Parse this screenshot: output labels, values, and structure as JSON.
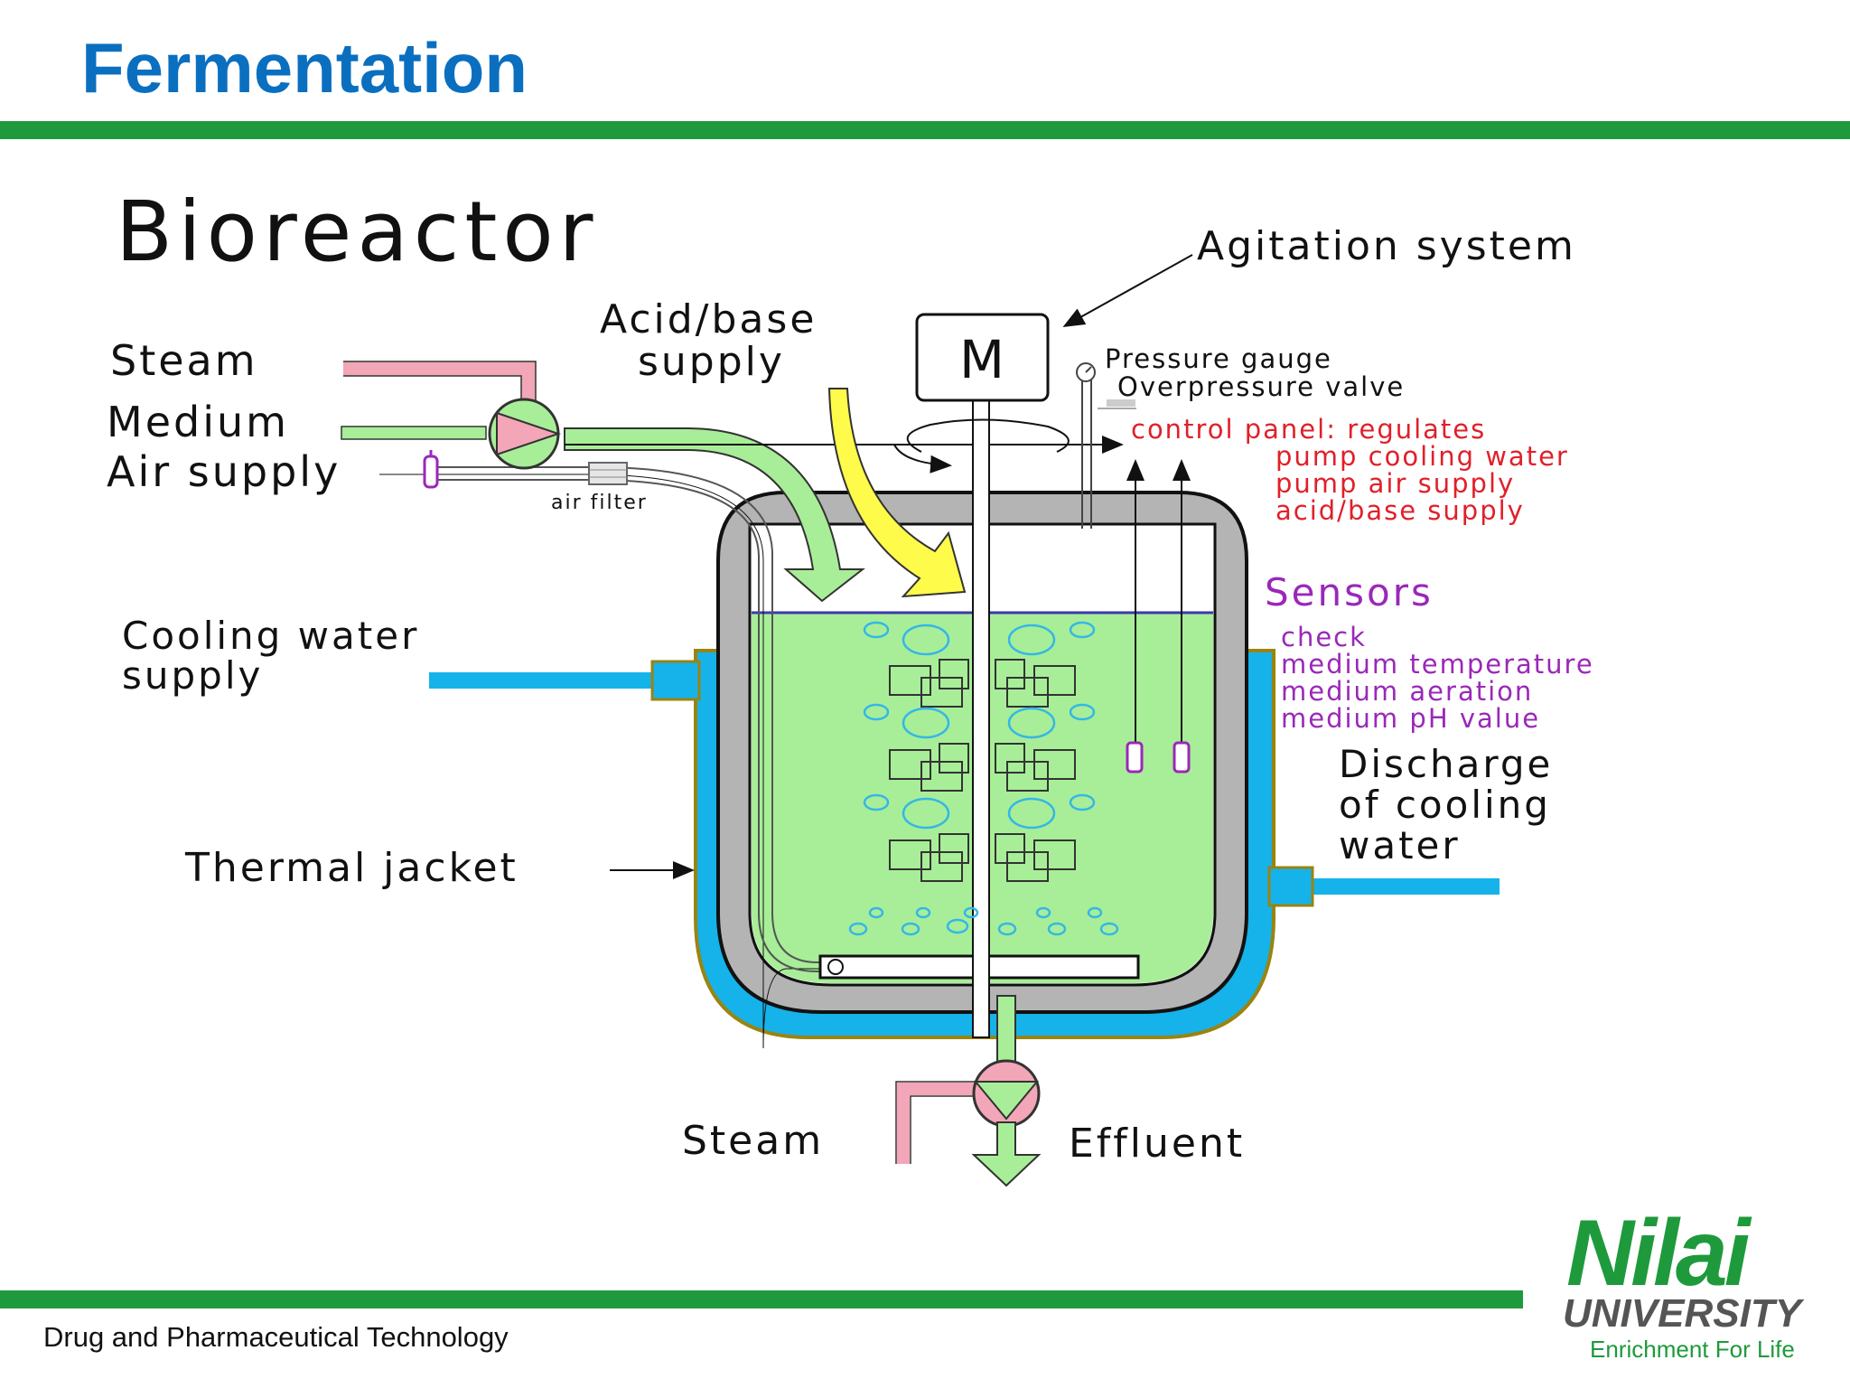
{
  "slide": {
    "title": "Fermentation"
  },
  "diagram": {
    "title": "Bioreactor",
    "labels": {
      "steam_in": "Steam",
      "medium": "Medium",
      "air_supply": "Air supply",
      "air_filter": "air filter",
      "acid_base_1": "Acid/base",
      "acid_base_2": "supply",
      "motor": "M",
      "agitation": "Agitation system",
      "pressure_gauge": "Pressure gauge",
      "overpressure_valve": "Overpressure valve",
      "control_panel": [
        "control panel: regulates",
        "pump cooling water",
        "pump air supply",
        "acid/base supply"
      ],
      "sensors_title": "Sensors",
      "sensors": [
        "check",
        "medium temperature",
        "medium aeration",
        "medium pH value"
      ],
      "cooling_in_1": "Cooling water",
      "cooling_in_2": "supply",
      "discharge": [
        "Discharge",
        "of cooling",
        "water"
      ],
      "thermal_jacket": "Thermal jacket",
      "steam_out": "Steam",
      "effluent": "Effluent"
    },
    "colors": {
      "medium_green": "#a8ee98",
      "jacket_blue": "#16b2ea",
      "vessel_grey": "#b4b4b4",
      "steam_pink": "#f2a6b8",
      "acid_yellow": "#fffb4a",
      "control_red": "#e0202a",
      "sensor_purple": "#9a28b8",
      "title_blue": "#0b6fc0",
      "bar_green": "#1e9a3c"
    }
  },
  "footer": {
    "text": "Drug and Pharmaceutical Technology"
  },
  "logo": {
    "name": "Nilai",
    "sub": "UNIVERSITY",
    "tagline": "Enrichment For Life"
  }
}
